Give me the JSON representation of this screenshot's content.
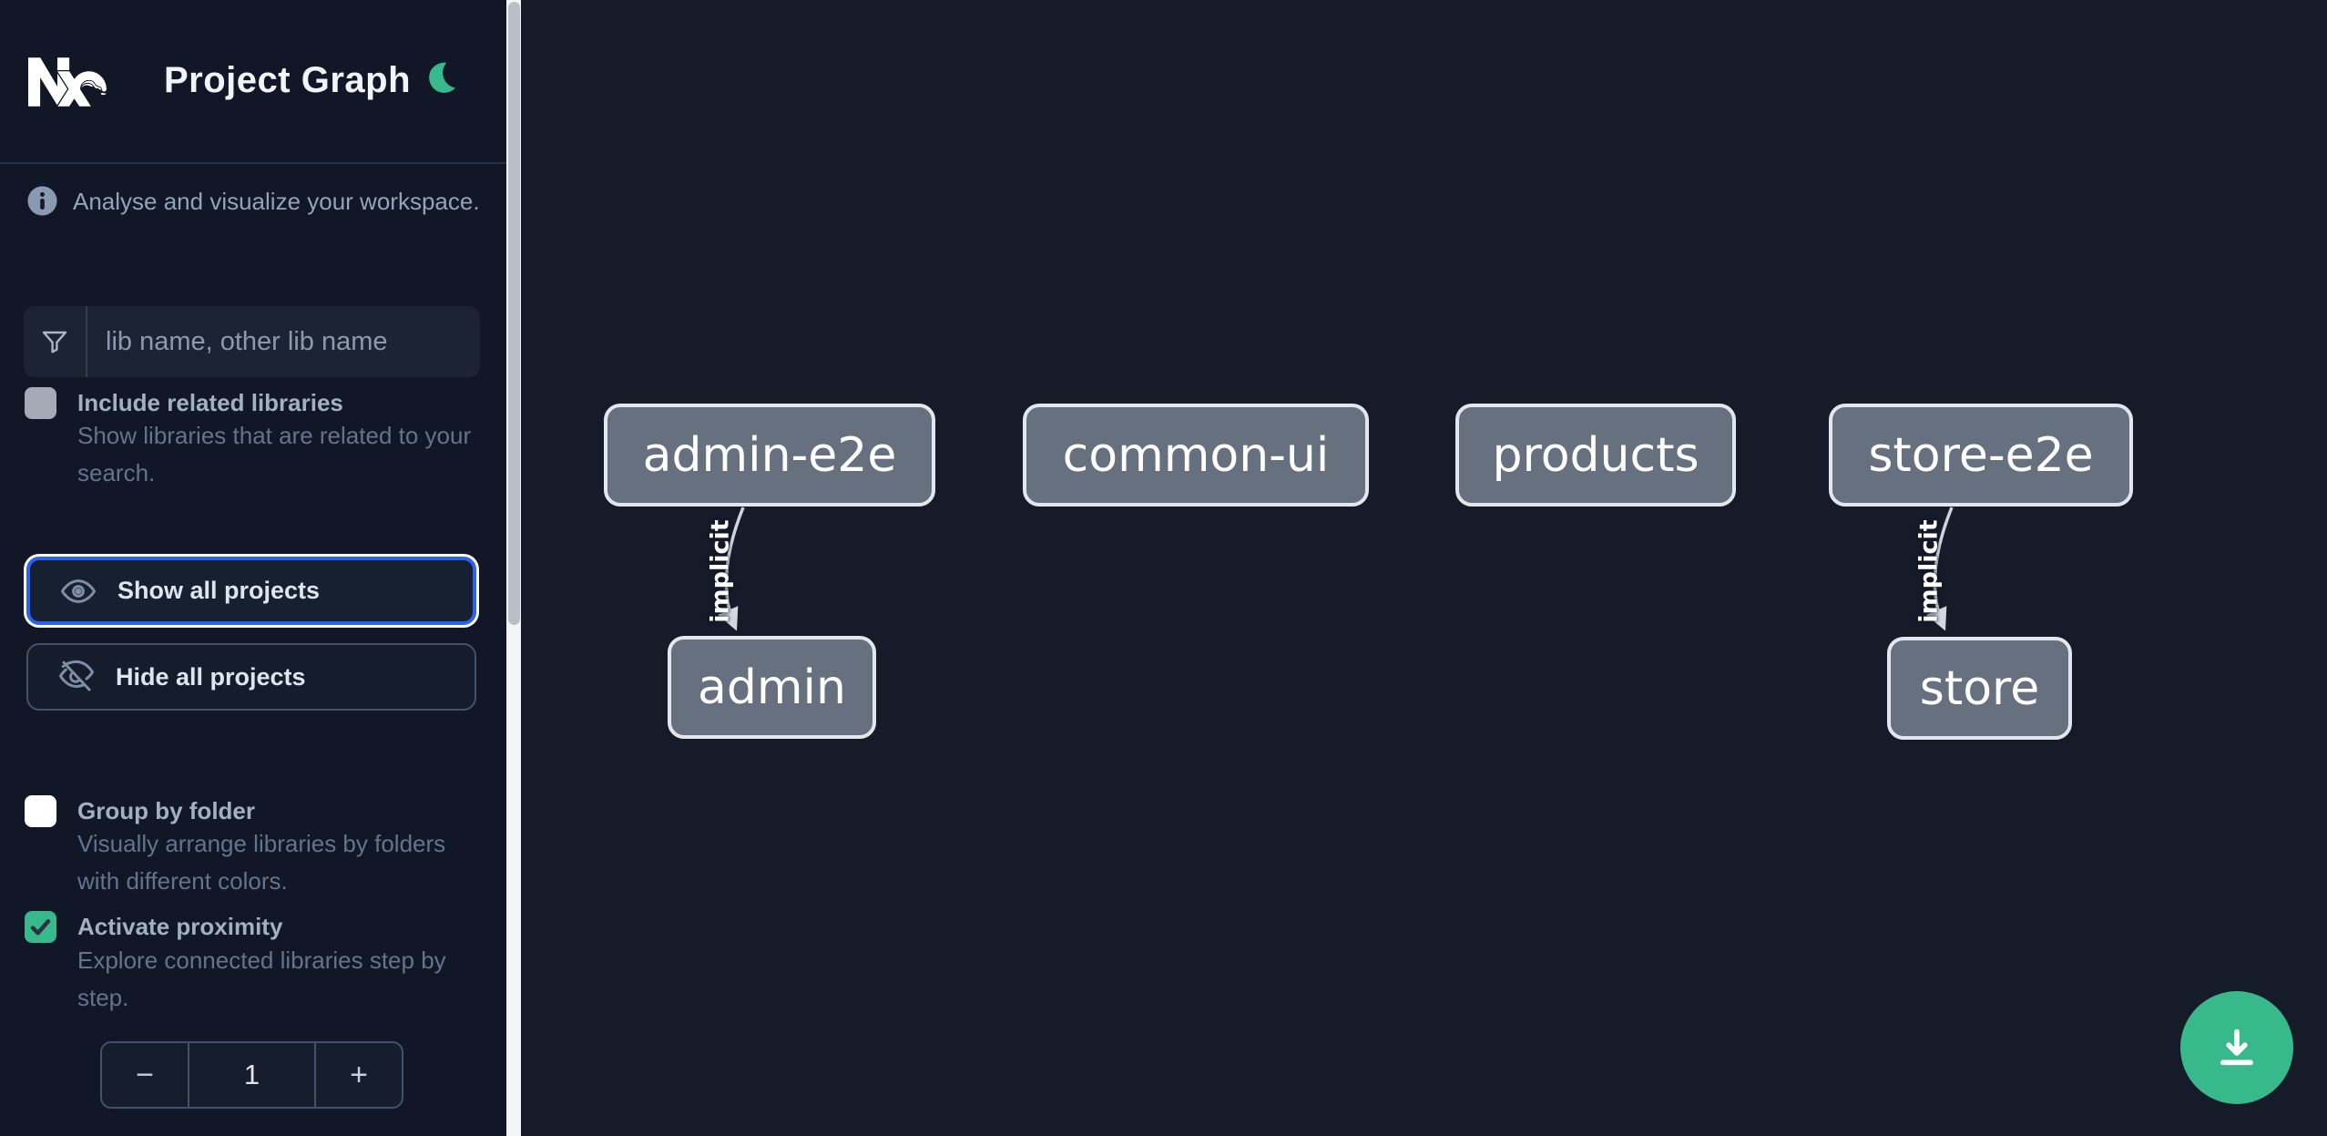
{
  "header": {
    "title": "Project Graph"
  },
  "colors": {
    "accent_teal": "#38b98b",
    "focus_blue": "#2b63f0",
    "node_fill": "#67707f",
    "sidebar_bg": "#111726",
    "canvas_bg": "#161b29"
  },
  "icons": {
    "logo": "nx-logo",
    "theme": "moon-icon",
    "info": "info-icon",
    "filter": "funnel-icon",
    "show": "eye-icon",
    "hide": "eye-slash-icon",
    "checked": "check-icon",
    "download": "download-icon"
  },
  "sidebar": {
    "tagline": "Analyse and visualize your workspace.",
    "search": {
      "placeholder": "lib name, other lib name",
      "value": ""
    },
    "options": {
      "include_related": {
        "label": "Include related libraries",
        "description": "Show libraries that are related to your search.",
        "checked": false
      },
      "group_by_folder": {
        "label": "Group by folder",
        "description": "Visually arrange libraries by folders with different colors.",
        "checked": false
      },
      "activate_proximity": {
        "label": "Activate proximity",
        "description": "Explore connected libraries step by step.",
        "checked": true
      }
    },
    "actions": {
      "show_all": {
        "label": "Show all projects",
        "focused": true
      },
      "hide_all": {
        "label": "Hide all projects",
        "focused": false
      }
    },
    "stepper": {
      "decrement": "−",
      "value": "1",
      "increment": "+"
    }
  },
  "graph": {
    "nodes": [
      {
        "id": "admin-e2e",
        "label": "admin-e2e"
      },
      {
        "id": "common-ui",
        "label": "common-ui"
      },
      {
        "id": "products",
        "label": "products"
      },
      {
        "id": "store-e2e",
        "label": "store-e2e"
      },
      {
        "id": "admin",
        "label": "admin"
      },
      {
        "id": "store",
        "label": "store"
      }
    ],
    "edges": [
      {
        "from": "admin-e2e",
        "to": "admin",
        "label": "implicit"
      },
      {
        "from": "store-e2e",
        "to": "store",
        "label": "implicit"
      }
    ]
  },
  "fab": {
    "action": "download"
  }
}
